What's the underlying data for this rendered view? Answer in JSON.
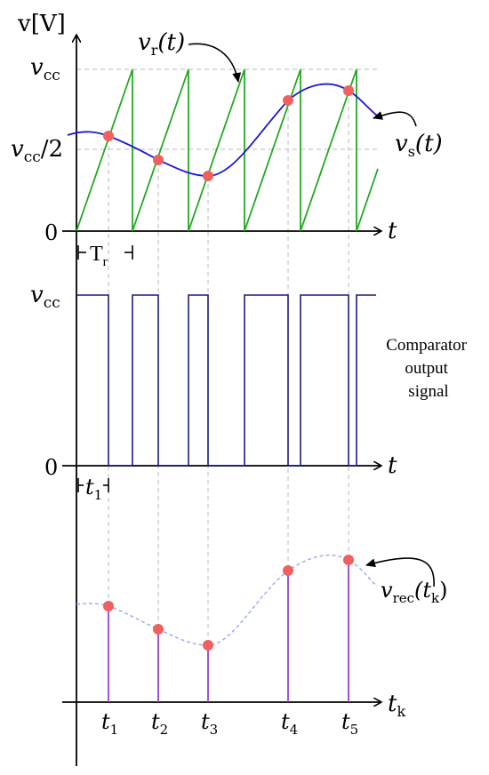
{
  "labels": {
    "y_axis": "v[V]",
    "vcc": "v",
    "vcc_sub": "cc",
    "vcc_half_sub": "cc",
    "vcc_half_suffix": "/2",
    "zero_top": "0",
    "zero_mid": "0",
    "t_top": "t",
    "t_mid": "t",
    "tk_main": "t",
    "tk_sub": "k",
    "Tr_main": "T",
    "Tr_sub": "r",
    "t1_main": "t",
    "t1_sub": "1",
    "vr_main": "v",
    "vr_sub": "r",
    "vr_arg": "(t)",
    "vs_main": "v",
    "vs_sub": "s",
    "vs_arg": "(t)",
    "vrec_main": "v",
    "vrec_sub": "rec",
    "vrec_arg": "(t",
    "vrec_arg_sub": "k",
    "vrec_close": ")",
    "comparator_line1": "Comparator",
    "comparator_line2": "output",
    "comparator_line3": "signal"
  },
  "sample_ticks": [
    {
      "main": "t",
      "sub": "1"
    },
    {
      "main": "t",
      "sub": "2"
    },
    {
      "main": "t",
      "sub": "3"
    },
    {
      "main": "t",
      "sub": "4"
    },
    {
      "main": "t",
      "sub": "5"
    }
  ],
  "colors": {
    "ramp": "#22aa22",
    "signal": "#1a1acc",
    "pwm": "#1a1a80",
    "samples": "#9a3fd6",
    "dots": "#f06060",
    "guides": "#bbbbbb",
    "recon": "#9aa8f0"
  }
}
